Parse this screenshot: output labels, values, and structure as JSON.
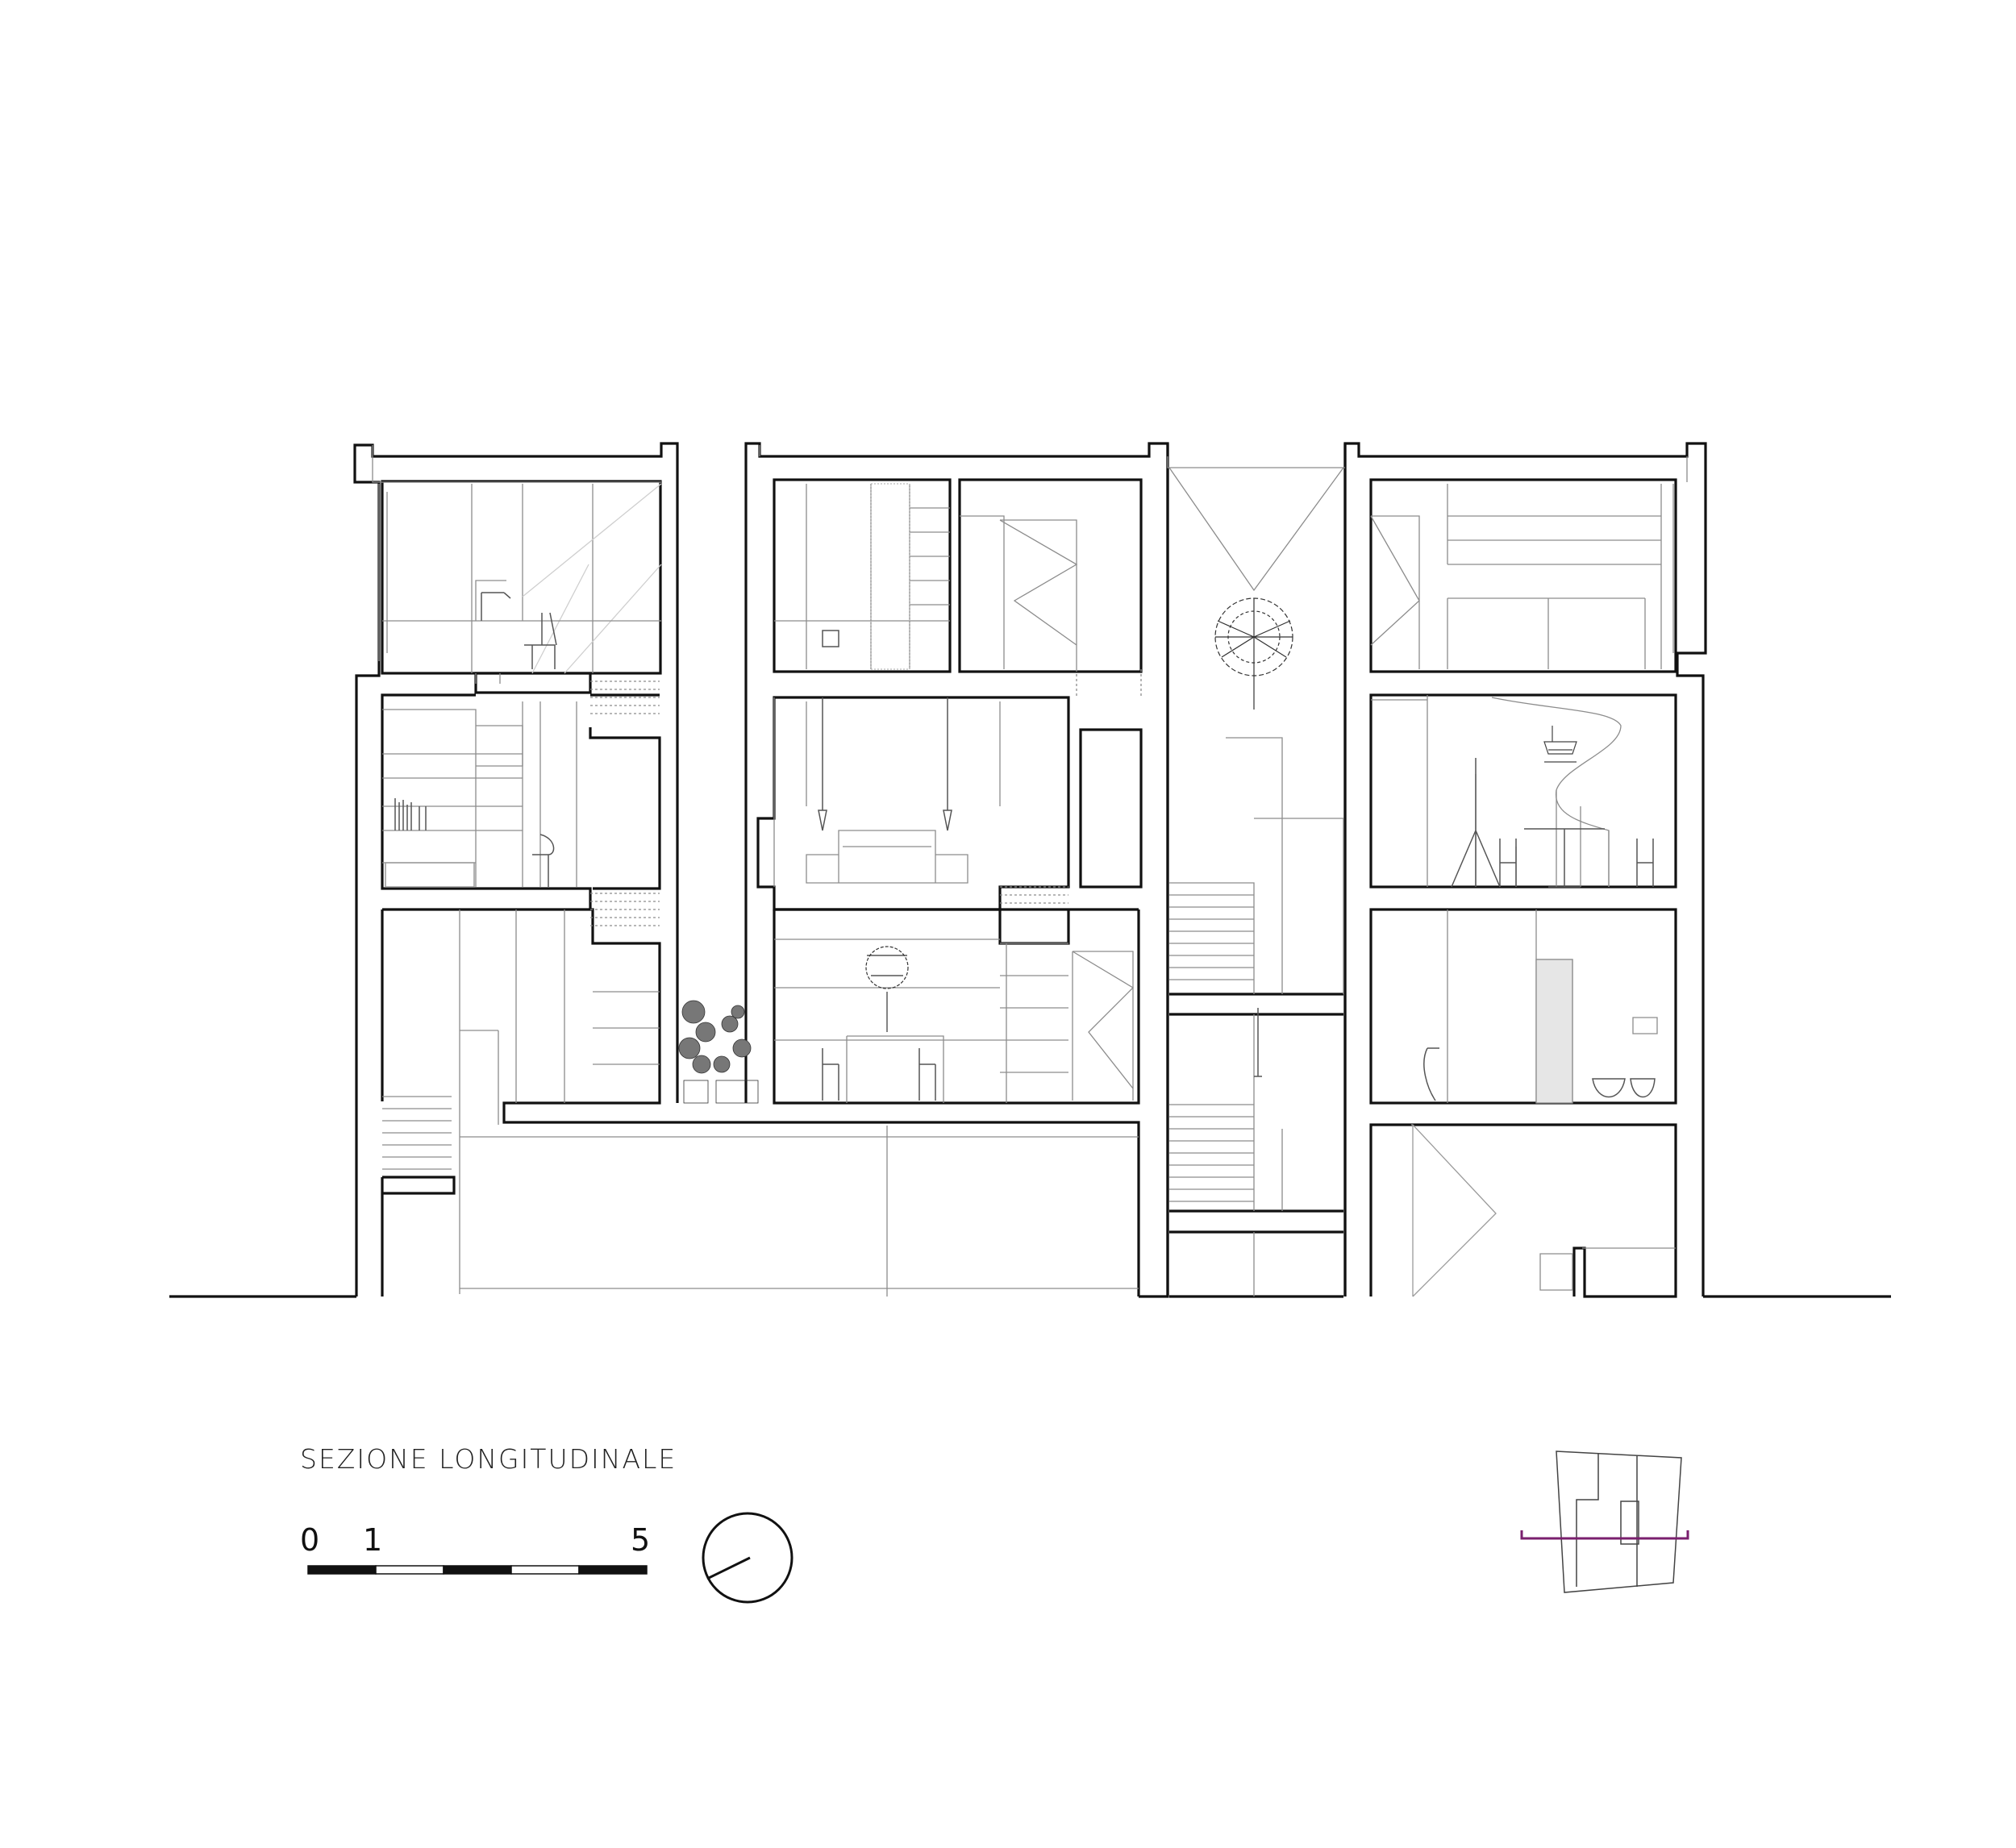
{
  "title": "SEZIONE LONGITUDINALE",
  "scale_bar": {
    "labels": [
      "0",
      "1",
      "5"
    ]
  },
  "colors": {
    "line": "#111111",
    "thin": "#9a9a9a",
    "section_marker": "#7a1f6e",
    "background": "#ffffff"
  },
  "icons": {
    "north_arrow": "north-arrow-icon",
    "key_plan": "key-plan-icon",
    "pendant_lamp": "pendant-lamp-icon",
    "chandelier": "chandelier-icon",
    "plants": "plant-icon"
  }
}
